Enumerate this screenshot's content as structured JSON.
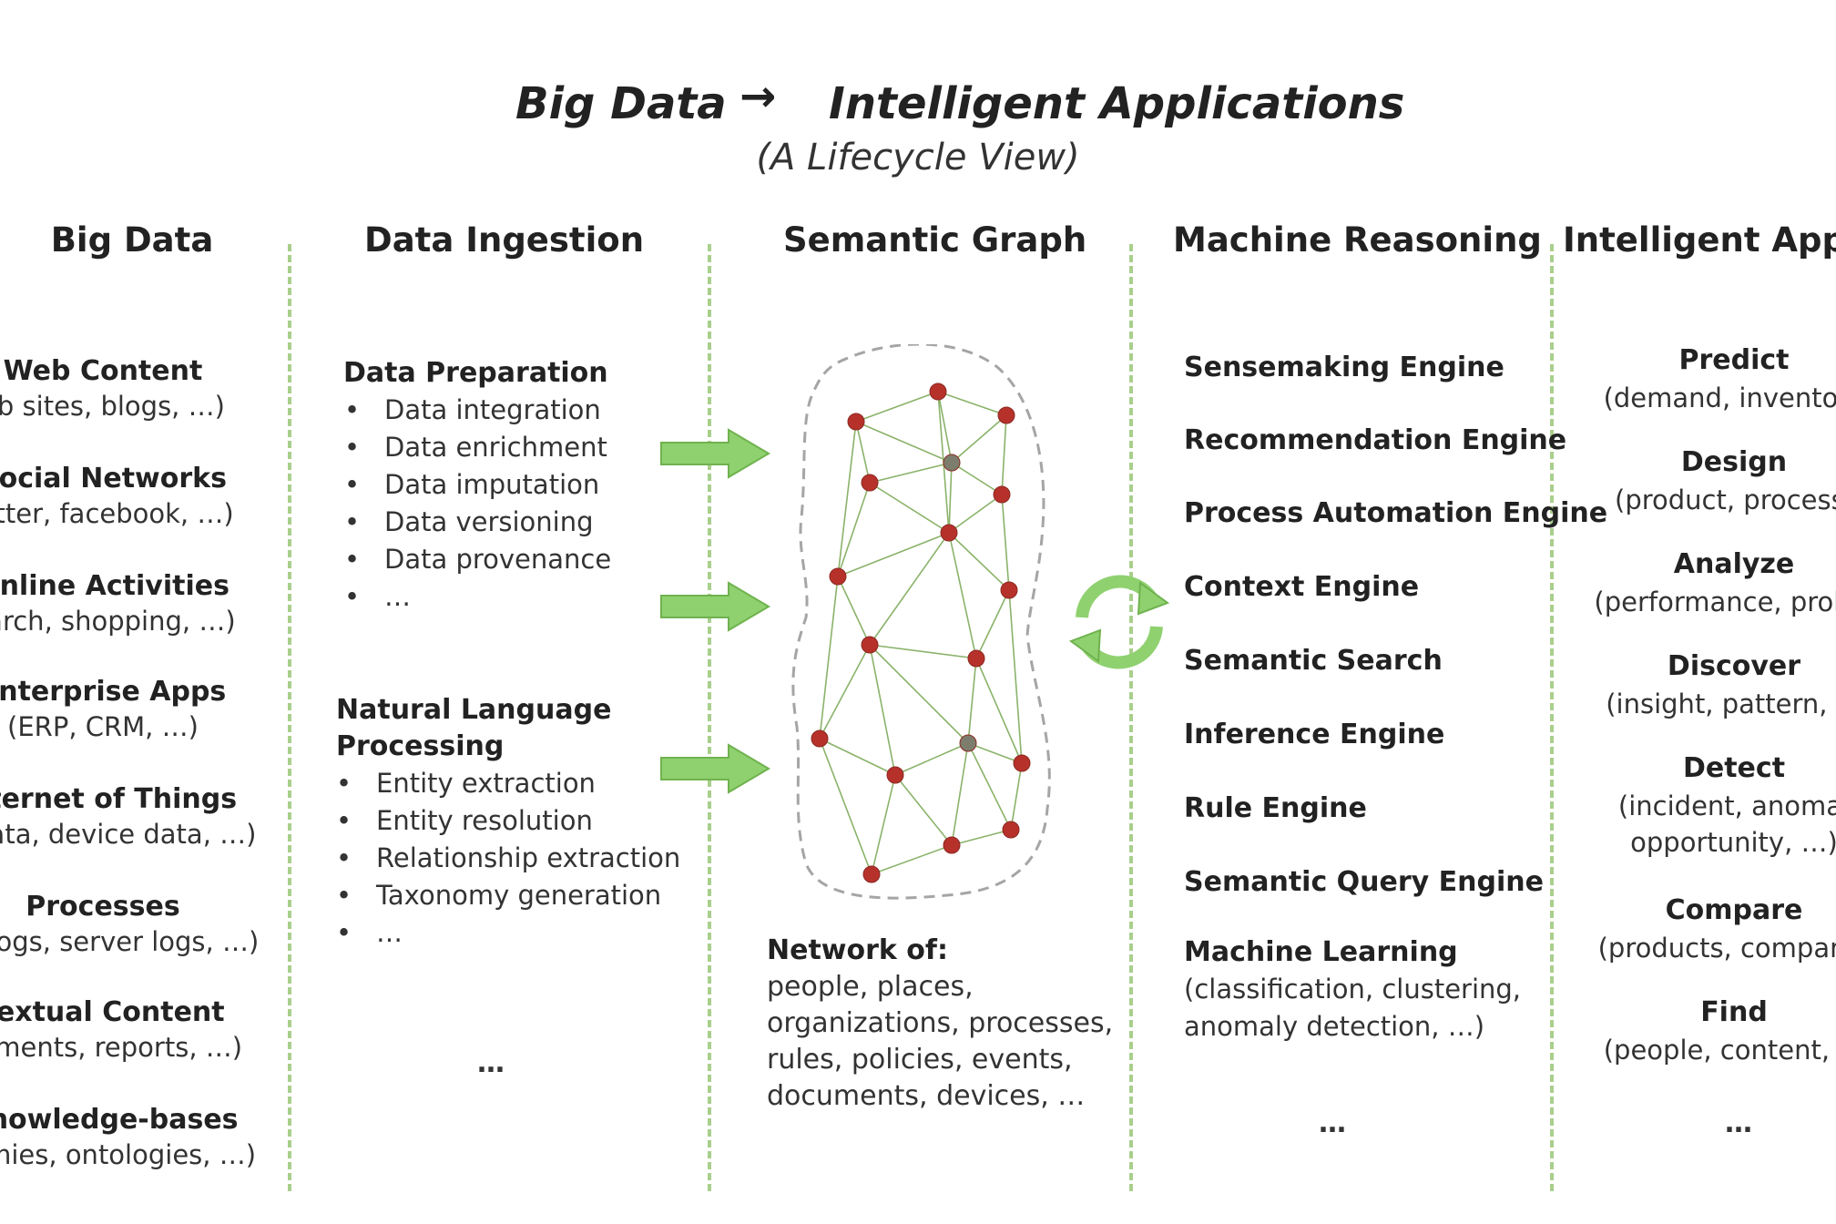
{
  "title": {
    "left": "Big Data",
    "arrow": "→",
    "right": "Intelligent Applications",
    "subtitle": "(A Lifecycle View)"
  },
  "columns": {
    "big_data": "Big Data",
    "data_ingestion": "Data Ingestion",
    "semantic_graph": "Semantic Graph",
    "machine_reasoning": "Machine Reasoning",
    "intelligent_applications": "Intelligent Applic"
  },
  "big_data_items": [
    {
      "name": "Web Content",
      "desc": "eb sites, blogs, …)"
    },
    {
      "name": "Social Networks",
      "desc": "vitter, facebook, …)"
    },
    {
      "name": "Online Activities",
      "desc": "earch, shopping, …)"
    },
    {
      "name": "Enterprise Apps",
      "desc": "(ERP, CRM, …)"
    },
    {
      "name": "nternet of Things",
      "desc": "r data, device data, …)"
    },
    {
      "name": "Processes",
      "desc": "ss logs, server logs, …)"
    },
    {
      "name": "Textual Content",
      "desc": "cuments, reports, …)"
    },
    {
      "name": "Knowledge-bases",
      "desc": "nomies, ontologies, …)"
    }
  ],
  "ingestion": {
    "prep_title": "Data Preparation",
    "prep_items": [
      "Data integration",
      "Data enrichment",
      "Data imputation",
      "Data versioning",
      "Data provenance",
      "…"
    ],
    "nlp_title_1": "Natural Language",
    "nlp_title_2": "Processing",
    "nlp_items": [
      "Entity extraction",
      "Entity resolution",
      "Relationship extraction",
      "Taxonomy generation",
      "…"
    ],
    "more": "…"
  },
  "semantic_graph": {
    "caption_title": "Network of:",
    "caption_lines": [
      "people, places,",
      "organizations, processes,",
      "rules, policies, events,",
      "documents, devices, …"
    ]
  },
  "machine_reasoning_items": [
    "Sensemaking Engine",
    "Recommendation Engine",
    "Process Automation Engine",
    "Context Engine",
    "Semantic Search",
    "Inference Engine",
    "Rule Engine",
    "Semantic Query Engine",
    "Machine Learning"
  ],
  "machine_learning_desc": [
    "(classification, clustering,",
    "anomaly detection, …)"
  ],
  "machine_reasoning_more": "…",
  "intelligent_app_items": [
    {
      "name": "Predict",
      "desc": "(demand, inventory"
    },
    {
      "name": "Design",
      "desc": "(product, process,"
    },
    {
      "name": "Analyze",
      "desc": "(performance, proble"
    },
    {
      "name": "Discover",
      "desc": "(insight, pattern, …"
    },
    {
      "name": "Detect",
      "desc": "(incident, anomal",
      "desc2": "opportunity, …)"
    },
    {
      "name": "Compare",
      "desc": "(products, companie"
    },
    {
      "name": "Find",
      "desc": "(people, content, …"
    }
  ],
  "intelligent_app_more": "…",
  "colors": {
    "divider": "#a9cf8c",
    "arrow": "#8fd16f",
    "node_red": "#b7312b",
    "node_gray": "#7d7d6e",
    "edge": "#8ab36a"
  },
  "icons": [
    "right-arrow-icon",
    "cycle-icon",
    "network-graph"
  ]
}
